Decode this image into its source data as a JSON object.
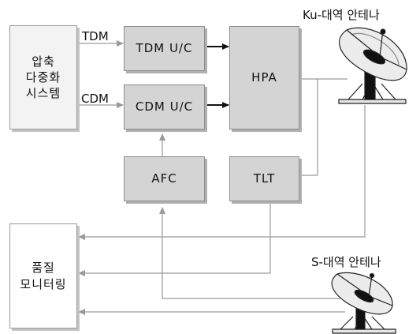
{
  "blocks": {
    "source": "압축\n다중화\n시스템",
    "tdm_uc": "TDM U/C",
    "cdm_uc": "CDM U/C",
    "hpa": "HPA",
    "afc": "AFC",
    "tlt": "TLT",
    "monitor": "품질\n모니터링"
  },
  "signals": {
    "tdm": "TDM",
    "cdm": "CDM"
  },
  "antennas": {
    "ku": "Ku-대역 안테나",
    "s": "S-대역 안테나"
  },
  "icons": {
    "ku_antenna": "satellite-dish-icon",
    "s_antenna": "satellite-dish-icon"
  }
}
